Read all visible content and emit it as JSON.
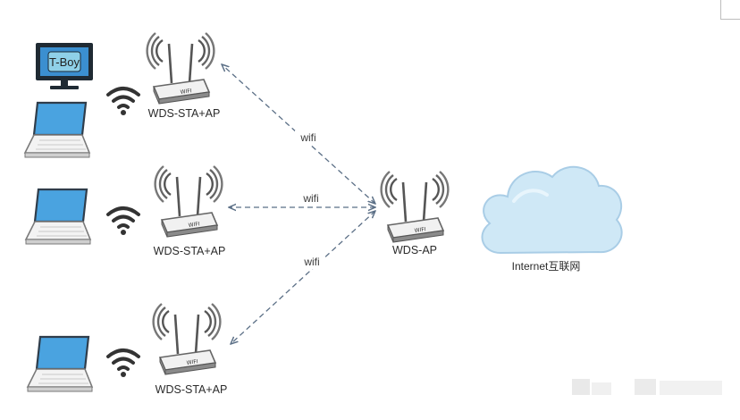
{
  "nodes": {
    "sta_top": {
      "label": "WDS-STA+AP"
    },
    "sta_mid": {
      "label": "WDS-STA+AP"
    },
    "sta_bottom": {
      "label": "WDS-STA+AP"
    },
    "ap": {
      "label": "WDS-AP"
    },
    "internet": {
      "label": "Internet互联网"
    },
    "monitor": {
      "screen_text": "T-Boy"
    }
  },
  "edges": [
    {
      "from": "ap",
      "to": "sta_top",
      "label": "wifi"
    },
    {
      "from": "ap",
      "to": "sta_mid",
      "label": "wifi"
    },
    {
      "from": "ap",
      "to": "sta_bottom",
      "label": "wifi"
    }
  ],
  "icons": {
    "router": "router-icon",
    "laptop": "laptop-icon",
    "monitor": "monitor-icon",
    "wifi": "wifi-signal-icon",
    "cloud": "cloud-icon"
  },
  "colors": {
    "edge": "#5b6f86",
    "cloud_fill": "#cfe8f6",
    "cloud_stroke": "#a9cde6",
    "laptop_screen": "#4aa3e0",
    "monitor_frame": "#1f2a33",
    "monitor_screen": "#3b8fd0"
  }
}
